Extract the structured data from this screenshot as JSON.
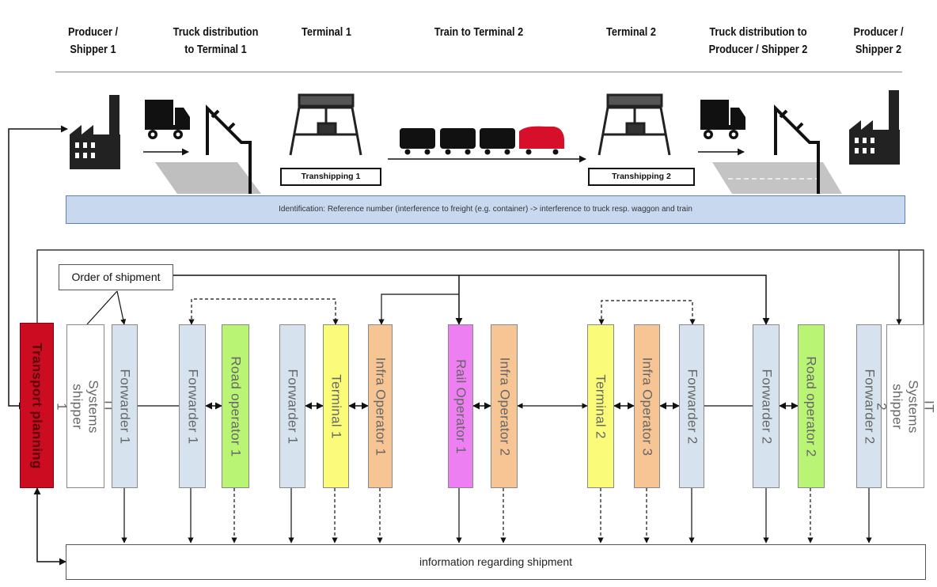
{
  "colors": {
    "red": "#cc0c20",
    "blue": "#d6e3ee",
    "yellow": "#fbfb7a",
    "green": "#b9f475",
    "orange": "#f7c494",
    "magenta": "#ee7ff2",
    "white": "#ffffff",
    "id_bar": "#c8d8ef"
  },
  "stages": [
    {
      "label": "Producer /\nShipper 1"
    },
    {
      "label": "Truck distribution\nto Terminal 1"
    },
    {
      "label": "Terminal 1"
    },
    {
      "label": "Train to Terminal 2"
    },
    {
      "label": "Terminal 2"
    },
    {
      "label": "Truck distribution to\nProducer / Shipper 2"
    },
    {
      "label": "Producer /\nShipper 2"
    }
  ],
  "transhipping": [
    "Transhipping 1",
    "Transhipping 2"
  ],
  "identification": "Identification: Reference number (interference to freight (e.g. container)  -> interference to truck resp. waggon and train",
  "order_label": "Order of shipment",
  "info_label": "information regarding shipment",
  "actors": [
    {
      "label": "Transport planning",
      "color": "red"
    },
    {
      "label": "IT Systems shipper 1",
      "color": "white"
    },
    {
      "label": "Forwarder 1",
      "color": "blue"
    },
    {
      "label": "Forwarder 1",
      "color": "blue"
    },
    {
      "label": "Road operator 1",
      "color": "green"
    },
    {
      "label": "Forwarder 1",
      "color": "blue"
    },
    {
      "label": "Terminal 1",
      "color": "yellow"
    },
    {
      "label": "Infra Operator 1",
      "color": "orange"
    },
    {
      "label": "Rail Operator 1",
      "color": "magenta"
    },
    {
      "label": "Infra Operator 2",
      "color": "orange"
    },
    {
      "label": "Terminal 2",
      "color": "yellow"
    },
    {
      "label": "Infra Operator 3",
      "color": "orange"
    },
    {
      "label": "Forwarder 2",
      "color": "blue"
    },
    {
      "label": "Forwarder 2",
      "color": "blue"
    },
    {
      "label": "Road operator 2",
      "color": "green"
    },
    {
      "label": "Forwarder 2",
      "color": "blue"
    },
    {
      "label": "IT Systems shipper 2",
      "color": "white"
    }
  ]
}
